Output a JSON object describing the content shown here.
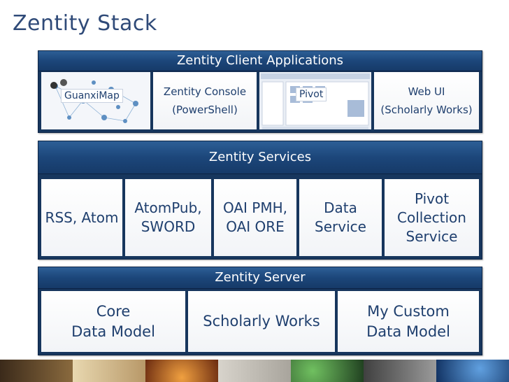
{
  "title": "Zentity Stack",
  "client": {
    "header": "Zentity Client Applications",
    "apps": [
      {
        "name": "GuanxiMap"
      },
      {
        "line1": "Zentity Console",
        "line2": "(PowerShell)"
      },
      {
        "name": "Pivot"
      },
      {
        "line1": "Web UI",
        "line2": "(Scholarly Works)"
      }
    ]
  },
  "services": {
    "header": "Zentity Services",
    "items": [
      {
        "lines": [
          "RSS, Atom"
        ]
      },
      {
        "lines": [
          "AtomPub,",
          "SWORD"
        ]
      },
      {
        "lines": [
          "OAI PMH,",
          "OAI ORE"
        ]
      },
      {
        "lines": [
          "Data",
          "Service"
        ]
      },
      {
        "lines": [
          "Pivot",
          "Collection",
          "Service"
        ]
      }
    ]
  },
  "server": {
    "header": "Zentity Server",
    "items": [
      {
        "lines": [
          "Core",
          "Data Model"
        ]
      },
      {
        "lines": [
          "Scholarly Works"
        ]
      },
      {
        "lines": [
          "My Custom",
          "Data Model"
        ]
      }
    ]
  },
  "colors": {
    "panel_bg": "#17365d",
    "title": "#2f4a78",
    "cell_text": "#1f3f6e"
  },
  "icons": [
    "network-graph-thumbnail",
    "pivot-screenshot-thumbnail",
    "photo-strip"
  ]
}
